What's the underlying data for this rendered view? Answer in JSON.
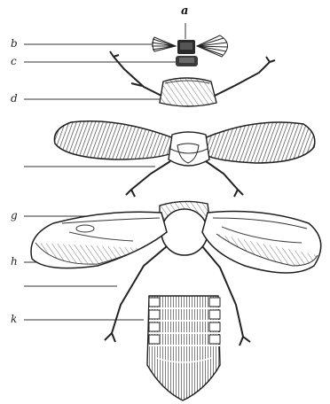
{
  "figure": {
    "labels": {
      "a": "a",
      "b": "b",
      "c": "c",
      "d": "d",
      "g": "g",
      "h": "h",
      "k": "k"
    }
  },
  "colors": {
    "ink": "#1e1e1e",
    "shade": "#6a6a6a",
    "paper": "#ffffff"
  }
}
